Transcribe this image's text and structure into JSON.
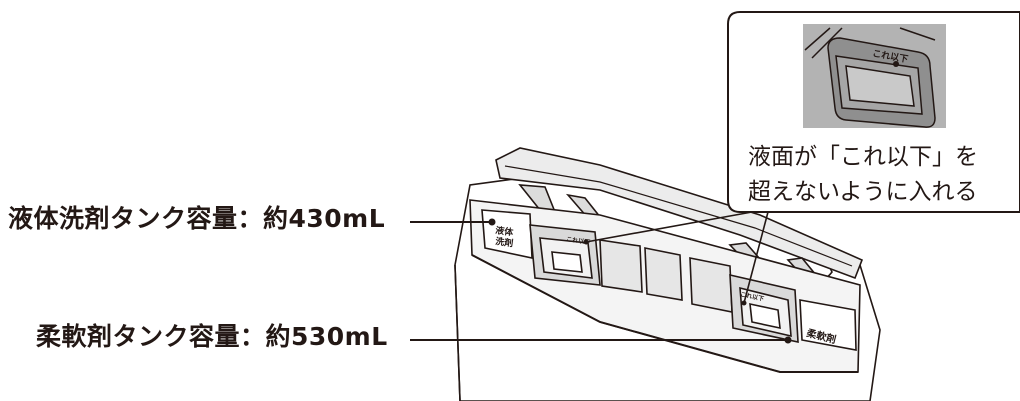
{
  "labels": {
    "liquid_detergent": "液体洗剤タンク容量：約430mL",
    "softener": "柔軟剤タンク容量：約530mL"
  },
  "callout": {
    "line1": "液面が「これ以下」を",
    "line2": "超えないように入れる"
  },
  "tank_marks": {
    "liquid": "液体\n洗剤",
    "softener": "柔軟剤",
    "limit_small": "これ以下"
  },
  "colors": {
    "line": "#231815",
    "gray": "#c8c8c8",
    "dark_gray": "#8c8c8c"
  }
}
